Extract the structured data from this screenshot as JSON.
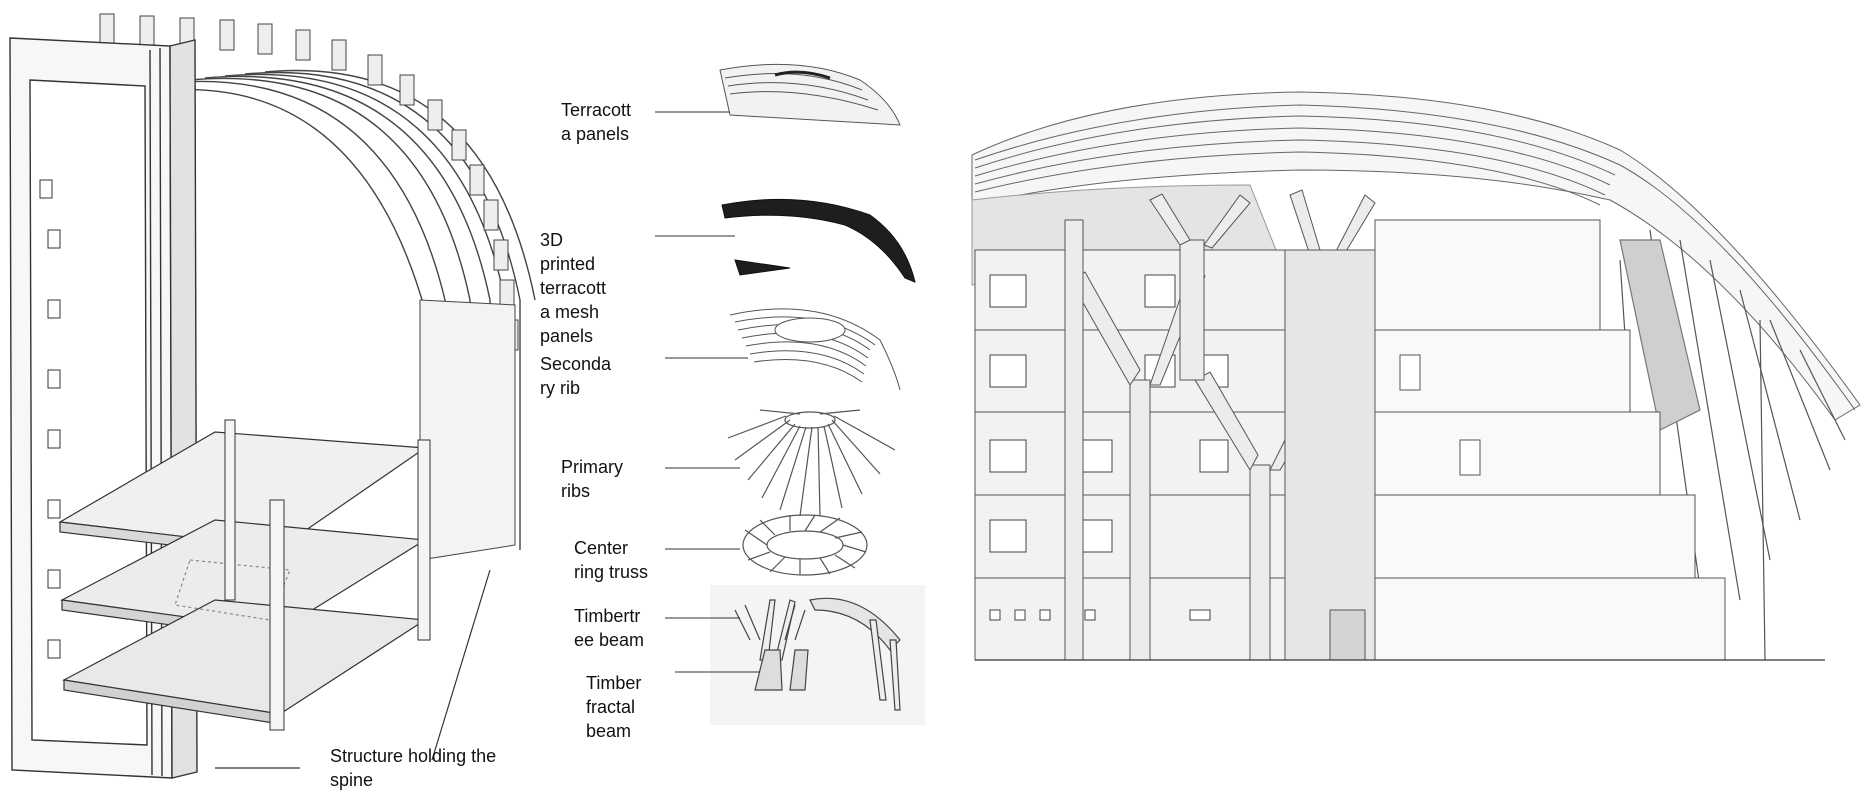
{
  "labels": {
    "terracotta_panels": "Terracott\na panels",
    "printed_mesh": "3D\nprinted\nterracott\na    mesh\npanels",
    "secondary_rib": "Seconda\nry rib",
    "primary_ribs": "Primary\nribs",
    "center_ring": "Center\nring truss",
    "timbertree": "Timbertr\nee beam",
    "fractal": "Timber\nfractal\nbeam",
    "spine": "Structure holding the\nspine"
  },
  "colors": {
    "line": "#333333",
    "light": "#e8e8e8",
    "mid": "#cfcfcf",
    "dark": "#222222"
  }
}
